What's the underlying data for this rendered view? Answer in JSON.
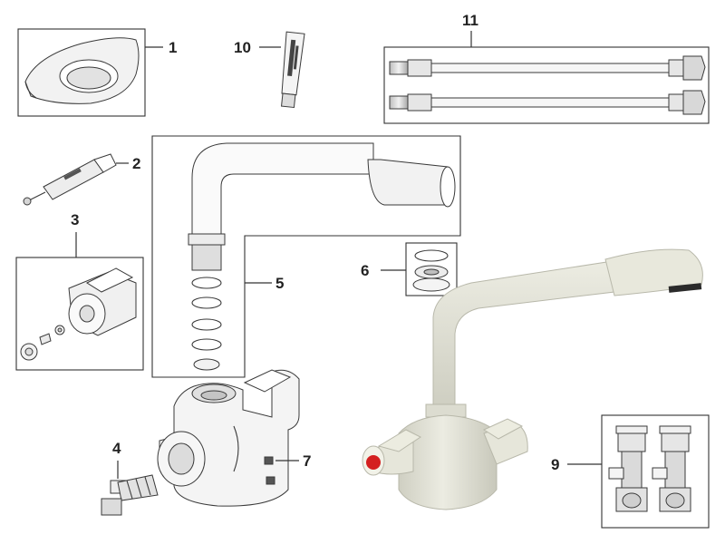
{
  "callouts": {
    "c1": "1",
    "c2": "2",
    "c3": "3",
    "c4": "4",
    "c5": "5",
    "c6": "6",
    "c7": "7",
    "c9": "9",
    "c10": "10",
    "c11": "11"
  },
  "colors": {
    "tap_body": "#e4e4d8",
    "tap_shadow": "#c4c4b6",
    "hot_indicator": "#d42020",
    "nozzle": "#2b2b2b"
  }
}
